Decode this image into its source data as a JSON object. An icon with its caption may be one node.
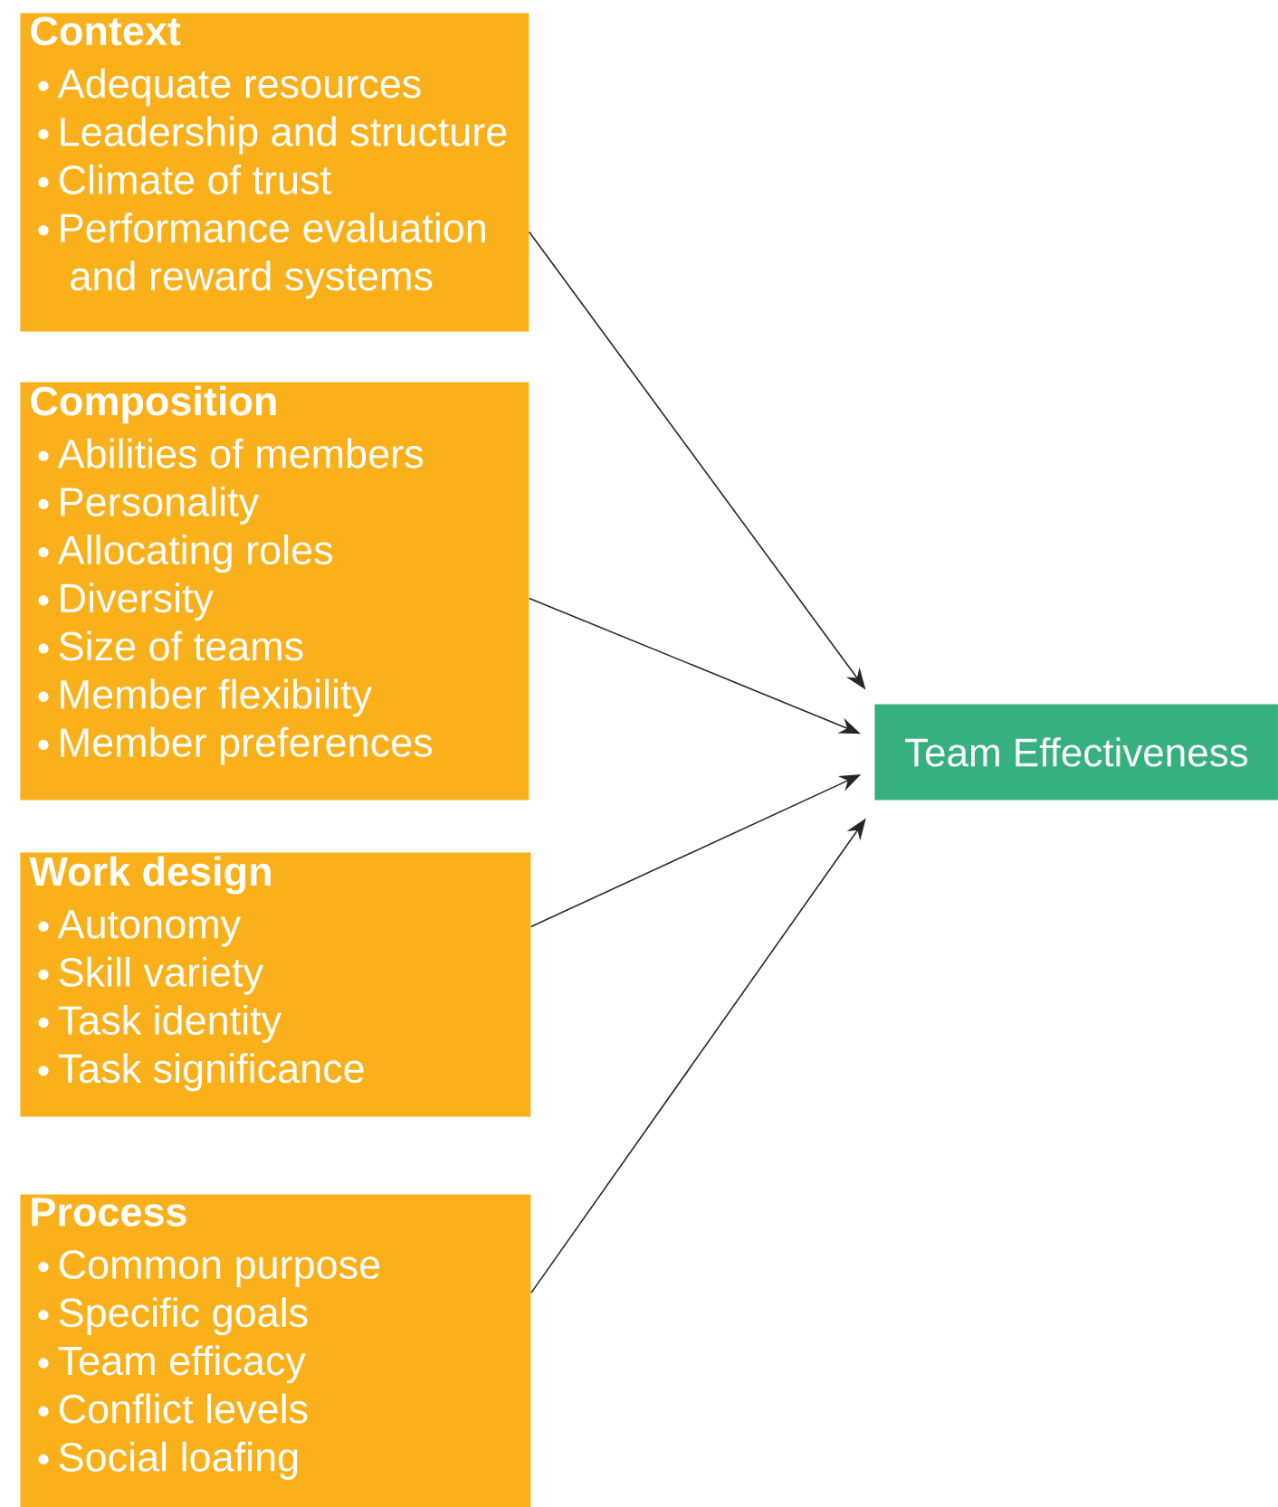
{
  "diagram": {
    "nodes": [
      {
        "text": [
          "Context",
          "Adequate resources",
          "Leadership and structure",
          "Climate of trust",
          "Performance evaluation and reward systems"
        ]
      },
      {
        "text": [
          "Composition",
          "Abilities of members",
          "Personality",
          "Allocating roles",
          "Diversity",
          "Size of teams",
          "Member flexibility",
          "Member preferences"
        ]
      },
      {
        "text": [
          "Work design",
          "Autonomy",
          "Skill variety",
          "Task identity",
          "Task significance"
        ]
      },
      {
        "text": [
          "Process",
          "Common purpose",
          "Specific goals",
          "Team efficacy",
          "Conflict levels",
          "Social loafing"
        ]
      },
      {
        "text": [
          "Team Effectiveness"
        ]
      }
    ],
    "edges": [
      {
        "from": 0,
        "to": 4,
        "arrow": "to"
      },
      {
        "from": 1,
        "to": 4,
        "arrow": "to"
      },
      {
        "from": 2,
        "to": 4,
        "arrow": "to"
      },
      {
        "from": 3,
        "to": 4,
        "arrow": "to"
      }
    ]
  }
}
